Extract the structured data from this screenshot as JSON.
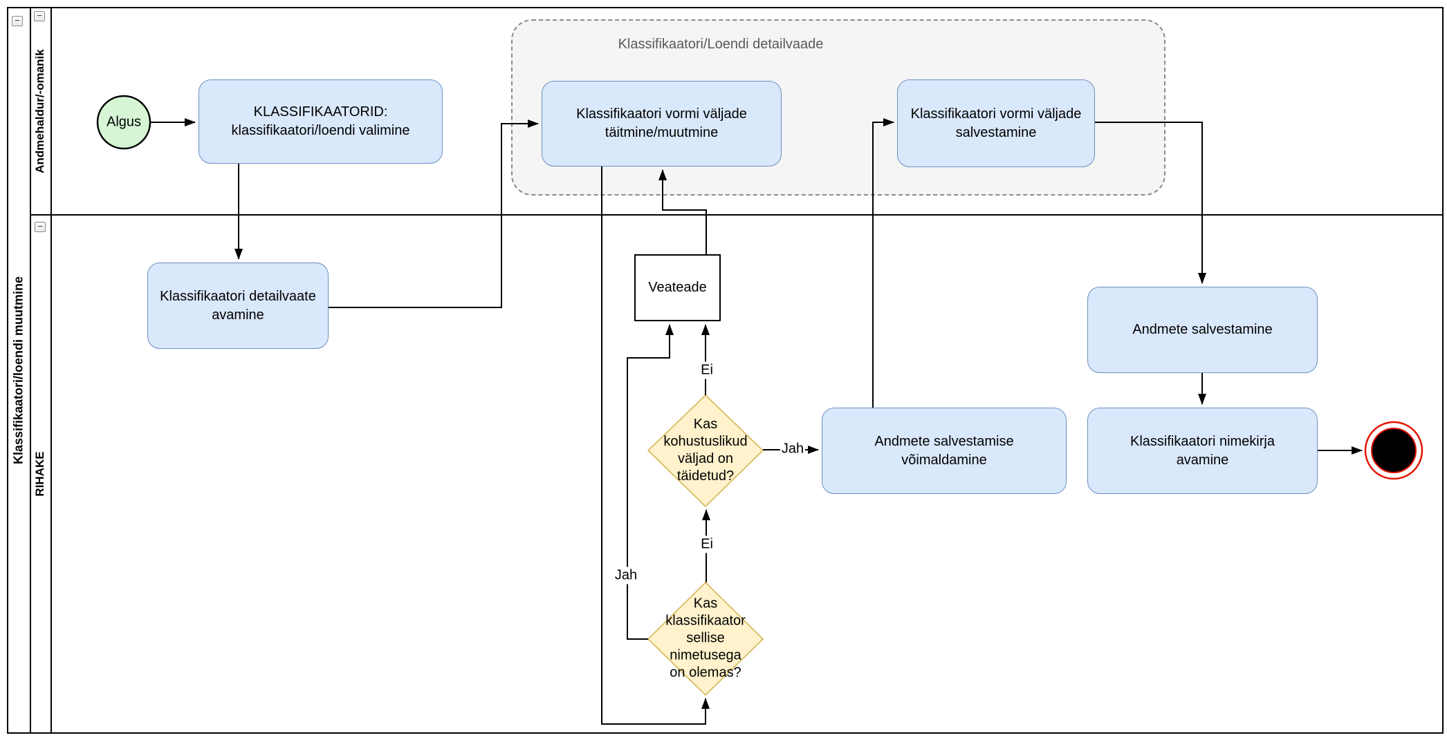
{
  "colors": {
    "task-fill": "#dae8fc",
    "task-stroke": "#6c8ebf",
    "decision-fill": "#fff2cc",
    "decision-stroke": "#d6b656",
    "start-fill": "#d5f5d5",
    "end-stroke": "#e51400",
    "group-fill": "#f5f5f5",
    "group-stroke": "#8a8a8a",
    "line": "#000000"
  },
  "pool": {
    "title": "Klassifikaatori/loendi muutmine",
    "collapse_glyph": "−",
    "lanes": [
      {
        "label": "Andmehaldur/-omanik"
      },
      {
        "label": "RIHAKE"
      }
    ]
  },
  "group": {
    "label": "Klassifikaatori/Loendi detailvaade"
  },
  "nodes": {
    "start": {
      "label": "Algus"
    },
    "valimine": {
      "lines": [
        "KLASSIFIKAATORID:",
        "klassifikaatori/loendi valimine"
      ]
    },
    "taitmine": {
      "lines": [
        "Klassifikaatori vormi väljade",
        "täitmine/muutmine"
      ]
    },
    "vorm_salvestamine": {
      "lines": [
        "Klassifikaatori vormi väljade",
        "salvestamine"
      ]
    },
    "detailvaade_avamine": {
      "lines": [
        "Klassifikaatori detailvaate",
        "avamine"
      ]
    },
    "veateade": {
      "lines": [
        "Veateade"
      ]
    },
    "kohustuslikud": {
      "lines": [
        "Kas",
        "kohustuslikud",
        "väljad on",
        "täidetud?"
      ]
    },
    "nimetusega": {
      "lines": [
        "Kas",
        "klassifikaator",
        "sellise",
        "nimetusega",
        "on olemas?"
      ]
    },
    "voimaldamine": {
      "lines": [
        "Andmete salvestamise",
        "võimaldamine"
      ]
    },
    "andmete_salvestamine": {
      "lines": [
        "Andmete salvestamine"
      ]
    },
    "nimekirja_avamine": {
      "lines": [
        "Klassifikaatori nimekirja",
        "avamine"
      ]
    }
  },
  "edge_labels": {
    "d1_jah": "Jah",
    "d1_ei": "Ei",
    "d2_jah": "Jah",
    "d2_ei": "Ei"
  }
}
